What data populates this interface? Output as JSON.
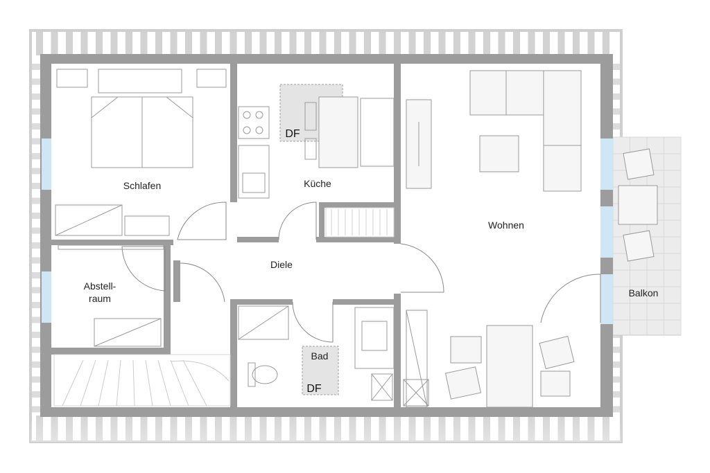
{
  "rooms": {
    "schlafen": "Schlafen",
    "kueche": "Küche",
    "wohnen": "Wohnen",
    "diele": "Diele",
    "abstell_line1": "Abstell-",
    "abstell_line2": "raum",
    "bad": "Bad",
    "balkon": "Balkon"
  },
  "markers": {
    "df_kueche": "DF",
    "df_bad": "DF"
  },
  "colors": {
    "wall": "#9c9c9c",
    "window": "#cfe7f5",
    "skylight": "#e4e4e4"
  }
}
